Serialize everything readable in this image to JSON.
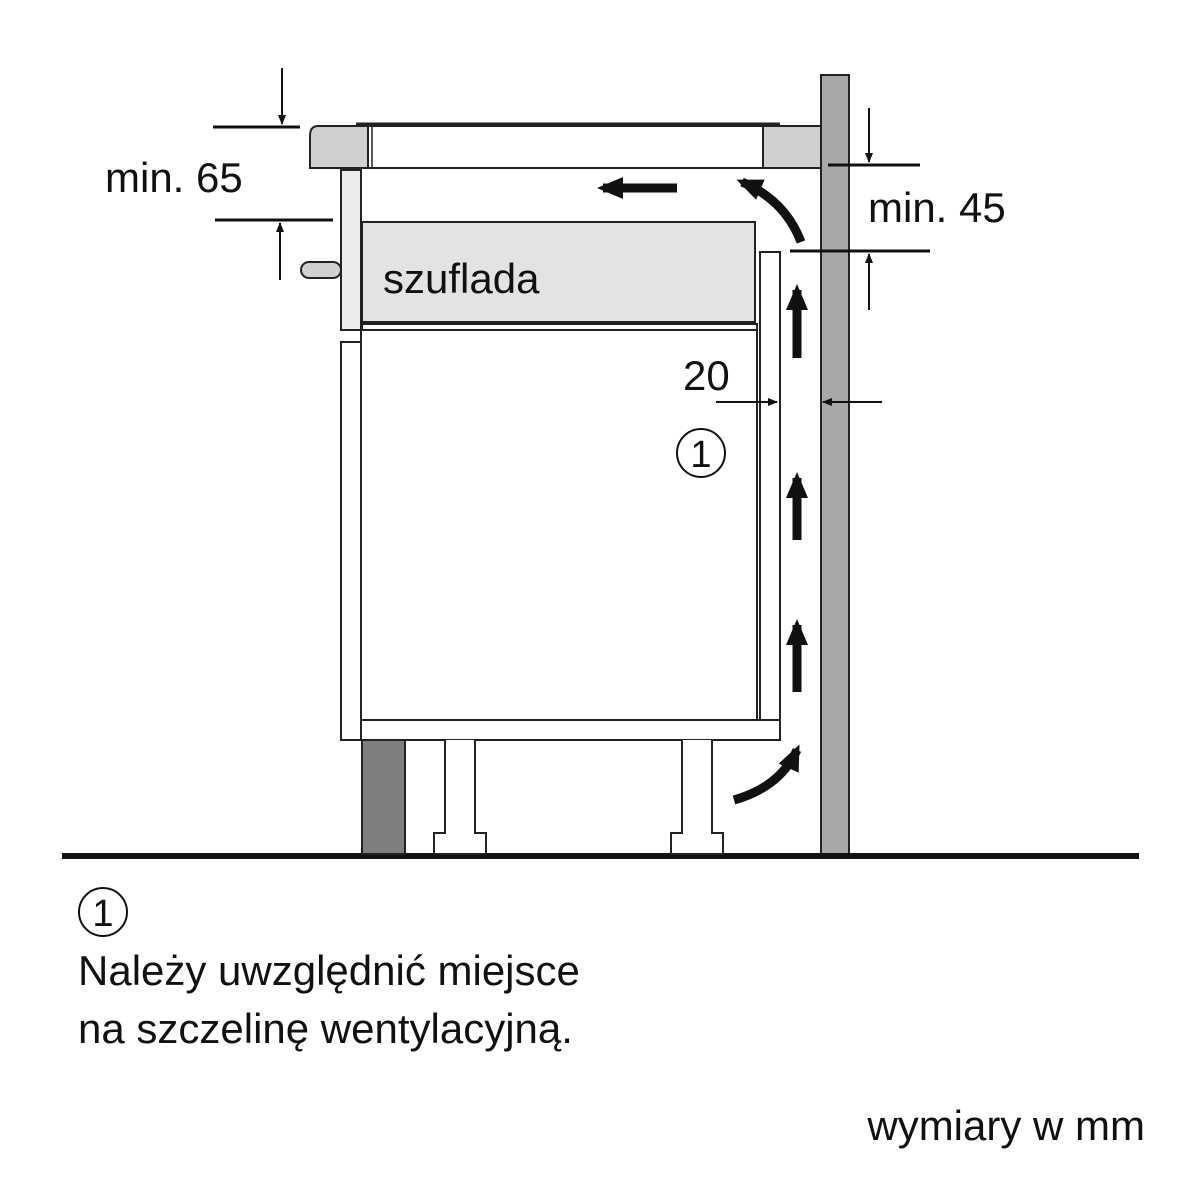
{
  "diagram": {
    "dim_top_left": "min. 65",
    "dim_top_right": "min. 45",
    "dim_gap": "20",
    "drawer_label": "szuflada",
    "marker_label": "1",
    "colors": {
      "wall": "#a8a8a8",
      "worktop": "#d0d0d0",
      "drawer": "#e3e3e3",
      "plinth": "#7f7f7f",
      "line": "#111111"
    }
  },
  "legend": {
    "marker": "1",
    "line1": "Należy uwzględnić miejsce",
    "line2": "na szczelinę wentylacyjną.",
    "units": "wymiary w mm"
  }
}
